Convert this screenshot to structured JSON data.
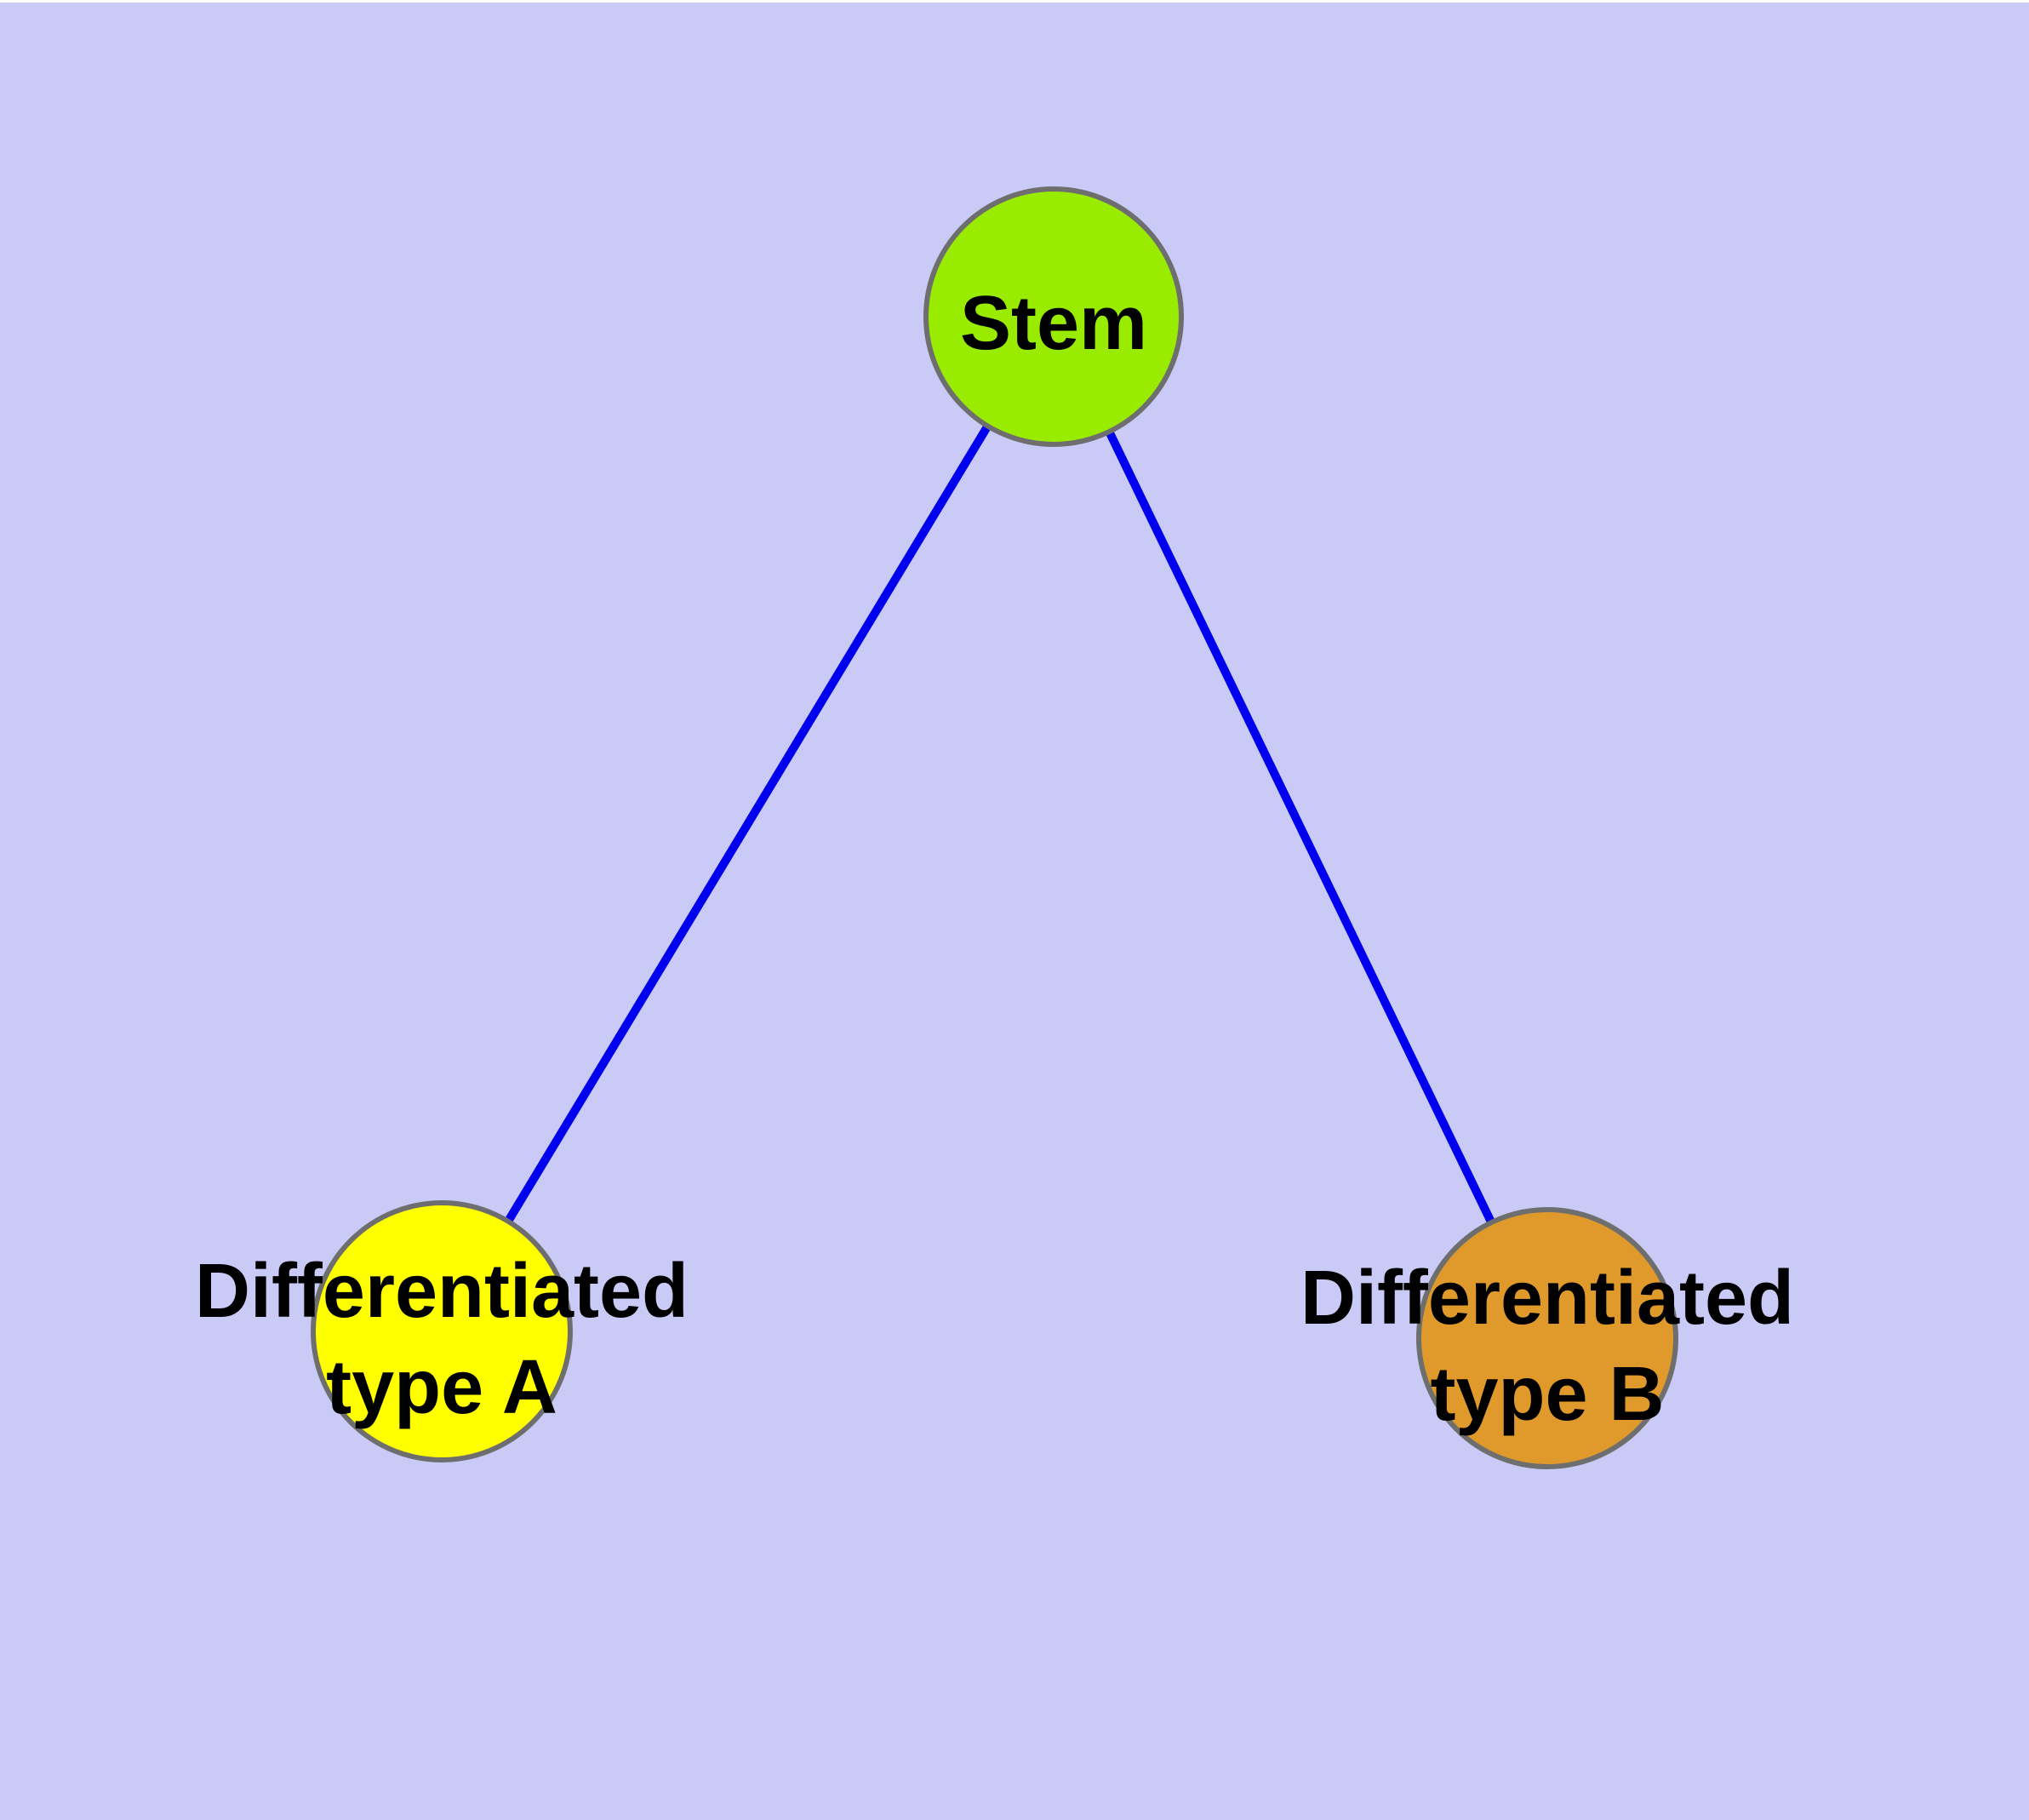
{
  "diagram": {
    "nodes": {
      "stem": {
        "label": "Stem",
        "fill": "#99EB00"
      },
      "type_a": {
        "label": "Differentiated type A",
        "line1": "Differentiated",
        "line2": "type A",
        "fill": "#FFFF00"
      },
      "type_b": {
        "label": "Differentiated type B",
        "line1": "Differentiated",
        "line2": "type B",
        "fill": "#E0992B"
      }
    },
    "edges": [
      {
        "from": "Stem",
        "to": "Differentiated type A"
      },
      {
        "from": "Stem",
        "to": "Differentiated type B"
      }
    ]
  },
  "theme": {
    "background": "#CACAF7",
    "edge_color": "#0000EE",
    "node_border": "#6E6E6E",
    "label_color": "#000000",
    "top_strip": "#FFFFFF"
  }
}
